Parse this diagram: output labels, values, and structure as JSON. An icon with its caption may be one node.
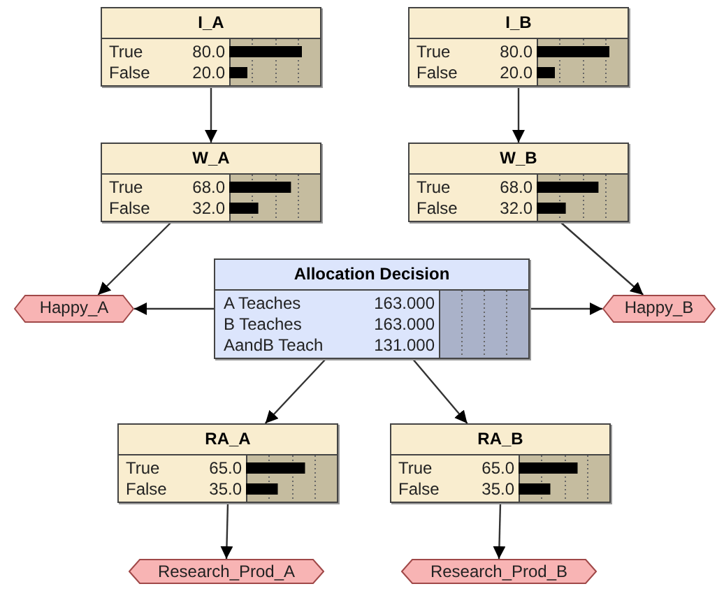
{
  "diagram": {
    "nodes": [
      {
        "text": [
          "I_A",
          "True",
          "80.0",
          "False",
          "20.0"
        ]
      },
      {
        "text": [
          "I_B",
          "True",
          "80.0",
          "False",
          "20.0"
        ]
      },
      {
        "text": [
          "W_A",
          "True",
          "68.0",
          "False",
          "32.0"
        ]
      },
      {
        "text": [
          "W_B",
          "True",
          "68.0",
          "False",
          "32.0"
        ]
      },
      {
        "text": [
          "Happy_A"
        ]
      },
      {
        "text": [
          "Allocation Decision",
          "A Teaches",
          "163.000",
          "B Teaches",
          "163.000",
          "AandB Teach",
          "131.000"
        ]
      },
      {
        "text": [
          "Happy_B"
        ]
      },
      {
        "text": [
          "RA_A",
          "True",
          "65.0",
          "False",
          "35.0"
        ]
      },
      {
        "text": [
          "RA_B",
          "True",
          "65.0",
          "False",
          "35.0"
        ]
      },
      {
        "text": [
          "Research_Prod_A"
        ]
      },
      {
        "text": [
          "Research_Prod_B"
        ]
      }
    ],
    "edges": [
      {
        "from": 0,
        "to": 2,
        "arrow": "to"
      },
      {
        "from": 1,
        "to": 3,
        "arrow": "to"
      },
      {
        "from": 2,
        "to": 4,
        "arrow": "to"
      },
      {
        "from": 3,
        "to": 6,
        "arrow": "to"
      },
      {
        "from": 5,
        "to": 4,
        "arrow": "to"
      },
      {
        "from": 5,
        "to": 6,
        "arrow": "to"
      },
      {
        "from": 5,
        "to": 7,
        "arrow": "to"
      },
      {
        "from": 5,
        "to": 8,
        "arrow": "to"
      },
      {
        "from": 7,
        "to": 9,
        "arrow": "to"
      },
      {
        "from": 8,
        "to": 10,
        "arrow": "to"
      }
    ]
  }
}
